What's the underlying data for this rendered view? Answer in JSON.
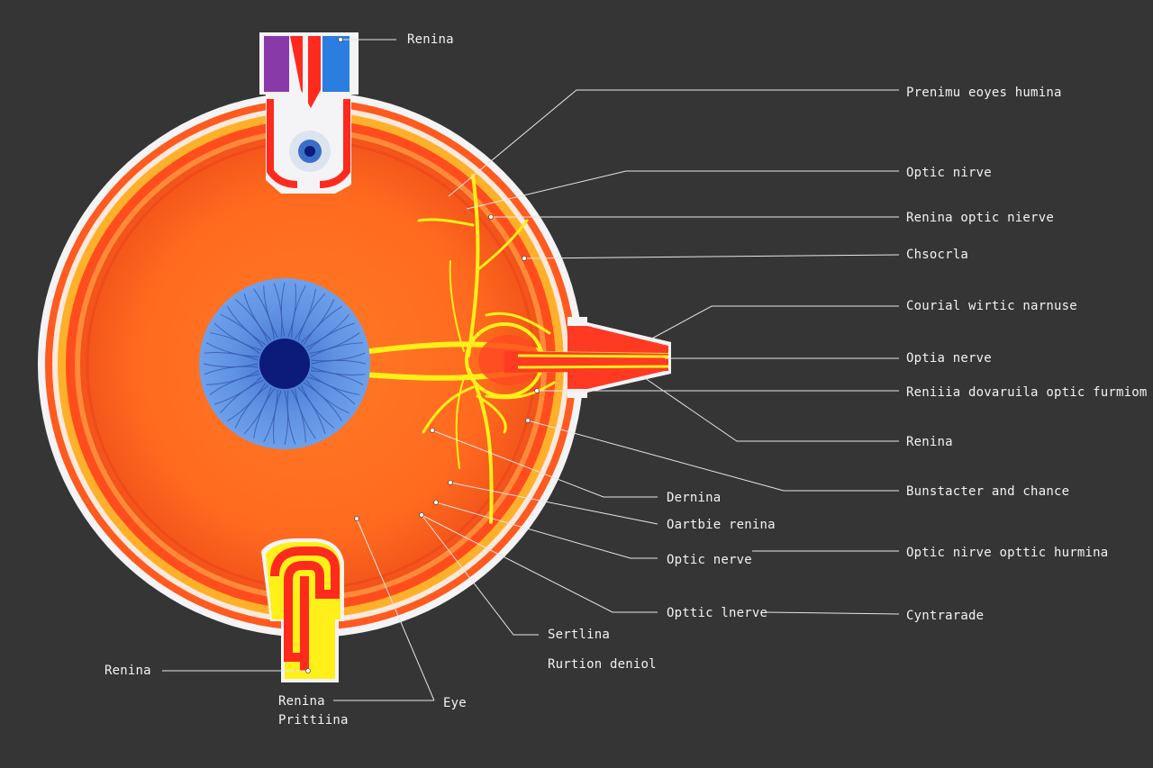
{
  "colors": {
    "background": "#353535",
    "outer_sclera": "#f4f4f6",
    "choroid_outer": "#ff5a1f",
    "band_yellow": "#ffb02a",
    "retina_field": "#ff6f22",
    "iris": "#5b8fe0",
    "pupil": "#0c1a7a",
    "nerve_yellow": "#fff01a",
    "nerve_red": "#ff3322",
    "leader_line": "#eaeaea"
  },
  "labels": {
    "top_vessel": "Renina",
    "r1": "Prenimu eoyes humina",
    "r2": "Optic nirve",
    "r3": "Renina optic nierve",
    "r4": "Chsocrla",
    "r5": "Courial wirtic narnuse",
    "r6": "Optia nerve",
    "r7": "Reniiia dovaruila optic furmiom",
    "r8": "Renina",
    "r9": "Bunstacter and chance",
    "r10": "Optic nirve opttic hurmina",
    "r11": "Cyntrarade",
    "m1": "Dernina",
    "m2": "Oartbie renina",
    "m3": "Optic nerve",
    "m4": "Opttic lnerve",
    "m5": "Sertlina",
    "m6": "Rurtion deniol",
    "left": "Renina",
    "b1": "Renina",
    "b2": "Prittiina",
    "b3": "Eye"
  }
}
